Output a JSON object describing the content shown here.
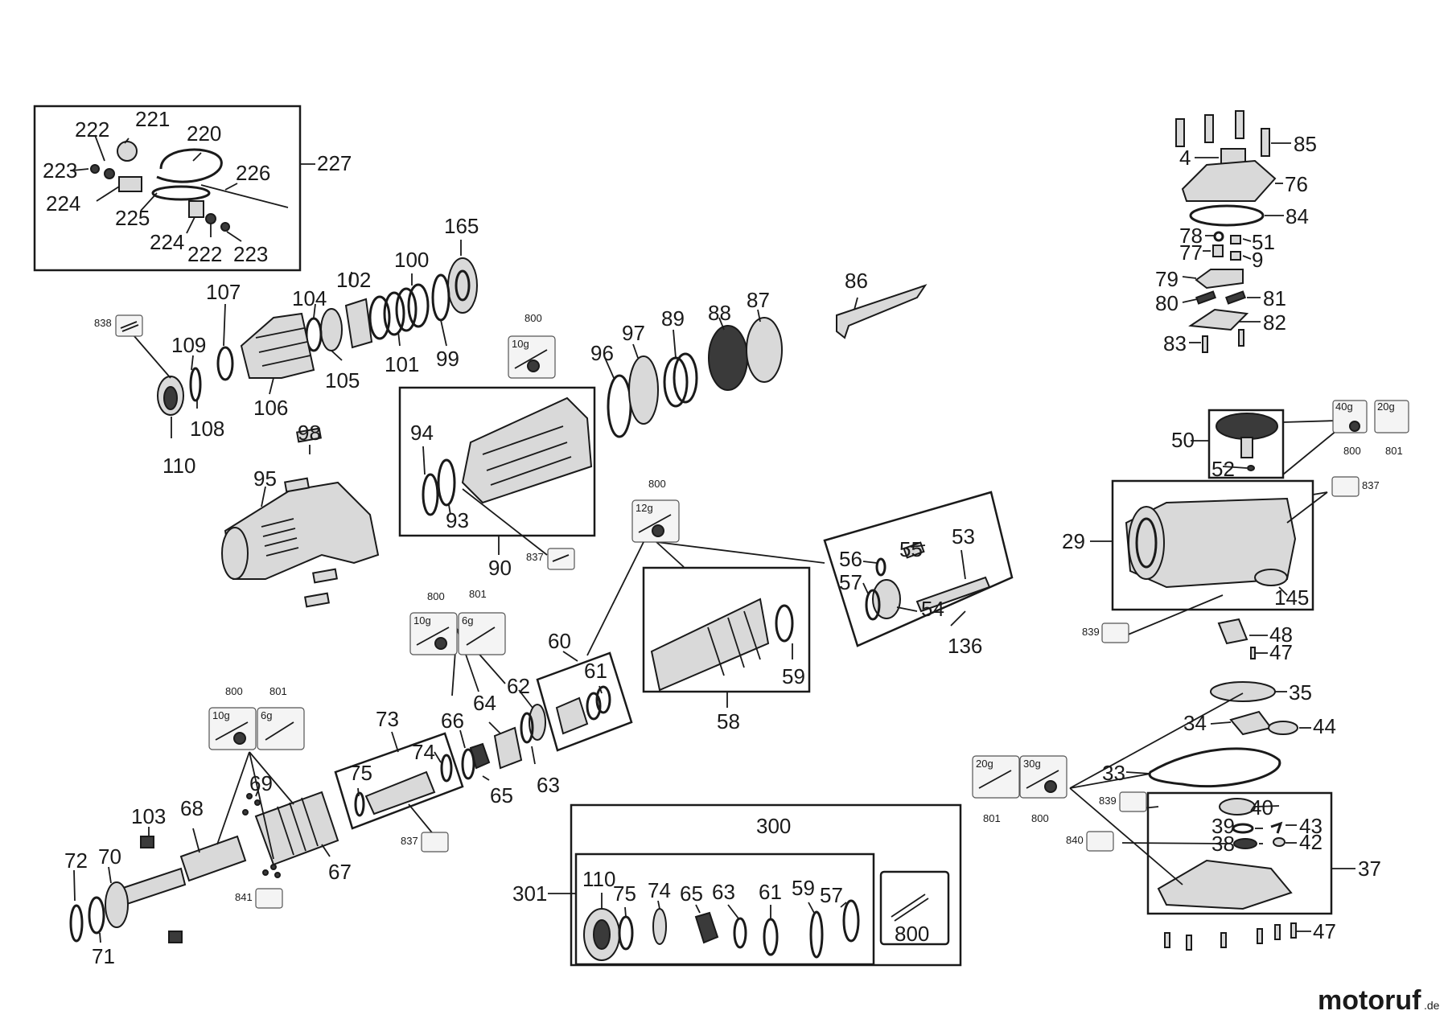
{
  "labels": {
    "l222a": "222",
    "l221": "221",
    "l220": "220",
    "l223a": "223",
    "l226": "226",
    "l227": "227",
    "l224a": "224",
    "l225": "225",
    "l224b": "224",
    "l222b": "222",
    "l223b": "223",
    "l165": "165",
    "l100": "100",
    "l107": "107",
    "l104": "104",
    "l102": "102",
    "l101": "101",
    "l99": "99",
    "l105": "105",
    "l106": "106",
    "l109": "109",
    "l108": "108",
    "l110": "110",
    "l838": "838",
    "l98": "98",
    "l95": "95",
    "l800a": "800",
    "l10ga": "10g",
    "l94": "94",
    "l93": "93",
    "l90": "90",
    "l837a": "837",
    "l96": "96",
    "l97": "97",
    "l89": "89",
    "l88": "88",
    "l87": "87",
    "l86": "86",
    "l85": "85",
    "l4": "4",
    "l76": "76",
    "l84": "84",
    "l78": "78",
    "l51": "51",
    "l77": "77",
    "l9": "9",
    "l79": "79",
    "l81": "81",
    "l80": "80",
    "l82": "82",
    "l83": "83",
    "l50": "50",
    "l52": "52",
    "l40g": "40g",
    "l800b": "800",
    "l20ga": "20g",
    "l801a": "801",
    "l837b": "837",
    "l29": "29",
    "l145": "145",
    "l839a": "839",
    "l48": "48",
    "l47a": "47",
    "l800c": "800",
    "l12g": "12g",
    "l56": "56",
    "l55": "55",
    "l53": "53",
    "l57": "57",
    "l54": "54",
    "l136": "136",
    "l59": "59",
    "l58": "58",
    "l60": "60",
    "l61": "61",
    "l62": "62",
    "l64": "64",
    "l63": "63",
    "l65": "65",
    "l66": "66",
    "l800d": "800",
    "l801b": "801",
    "l10gb": "10g",
    "l6ga": "6g",
    "l73": "73",
    "l74": "74",
    "l75": "75",
    "l837c": "837",
    "l800e": "800",
    "l801c": "801",
    "l10gc": "10g",
    "l6gb": "6g",
    "l69": "69",
    "l103": "103",
    "l68": "68",
    "l72": "72",
    "l70": "70",
    "l71": "71",
    "l67": "67",
    "l841": "841",
    "l35": "35",
    "l34": "34",
    "l44": "44",
    "l33": "33",
    "l20gb": "20g",
    "l30g": "30g",
    "l801d": "801",
    "l800f": "800",
    "l839b": "839",
    "l40": "40",
    "l39": "39",
    "l43": "43",
    "l840": "840",
    "l38": "38",
    "l42": "42",
    "l37": "37",
    "l47b": "47",
    "l300": "300",
    "l301": "301",
    "k110": "110",
    "k75": "75",
    "k74": "74",
    "k65": "65",
    "k63": "63",
    "k61": "61",
    "k59": "59",
    "k57": "57",
    "k800": "800"
  },
  "brand": {
    "name": "motoruf",
    "tld": ".de",
    "color": "#1a5ea8",
    "accent": "#e07b1a"
  }
}
